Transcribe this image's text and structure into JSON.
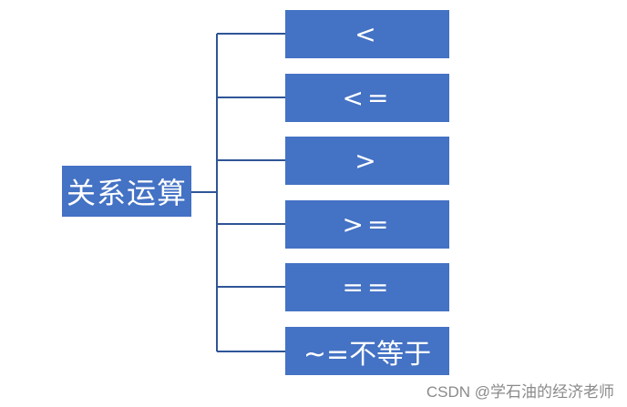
{
  "diagram": {
    "root": "关系运算",
    "leaves": [
      "<",
      "<=",
      ">",
      ">=",
      "==",
      "~=不等于"
    ],
    "box_color": "#4472c4",
    "line_color": "#2f5597",
    "text_color": "#ffffff"
  },
  "watermark": "CSDN @学石油的经济老师"
}
